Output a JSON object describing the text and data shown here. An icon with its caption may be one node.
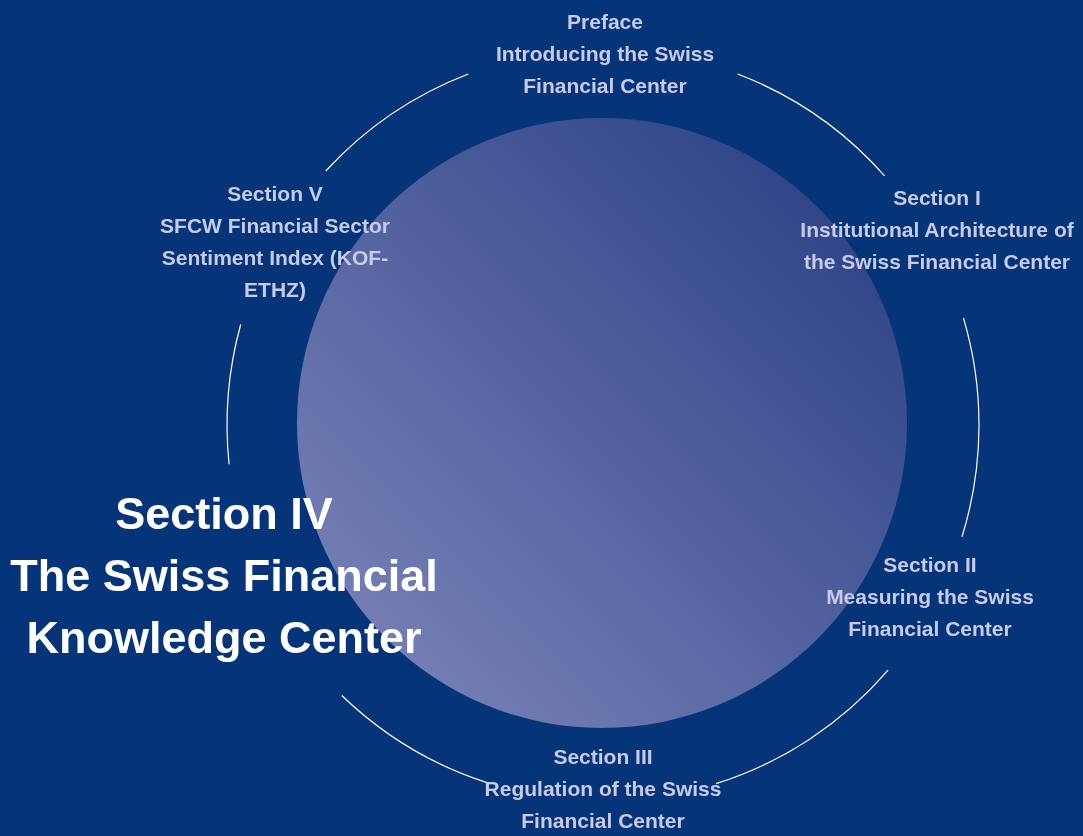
{
  "diagram": {
    "nodes": [
      {
        "text": [
          "Preface",
          "Introducing the Swiss Financial Center"
        ]
      },
      {
        "text": [
          "Section I",
          "Institutional Architecture of the Swiss Financial Center"
        ]
      },
      {
        "text": [
          "Section II",
          "Measuring the Swiss Financial Center"
        ]
      },
      {
        "text": [
          "Section III",
          "Regulation of the Swiss Financial Center"
        ]
      },
      {
        "text": [
          "Section IV",
          "The Swiss Financial Knowledge Center"
        ]
      },
      {
        "text": [
          "Section V",
          "SFCW Financial Sector Sentiment Index (KOF-ETHZ)"
        ]
      }
    ],
    "edges": [
      {
        "from": 0,
        "to": 1,
        "arrow": "none"
      },
      {
        "from": 1,
        "to": 2,
        "arrow": "none"
      },
      {
        "from": 2,
        "to": 3,
        "arrow": "none"
      },
      {
        "from": 3,
        "to": 4,
        "arrow": "none"
      },
      {
        "from": 4,
        "to": 5,
        "arrow": "none"
      },
      {
        "from": 5,
        "to": 0,
        "arrow": "none"
      }
    ]
  }
}
